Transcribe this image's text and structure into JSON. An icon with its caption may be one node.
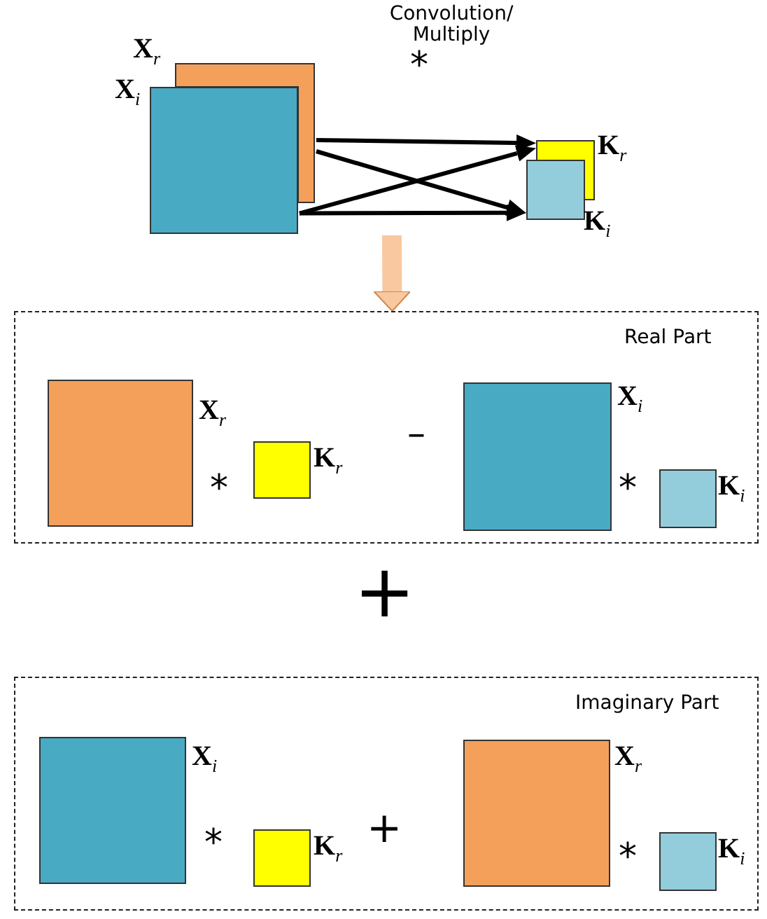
{
  "diagram": {
    "nodes": [
      {
        "text": [
          "**X**$_{r}$"
        ]
      },
      {
        "text": [
          "**X**$_{i}$"
        ]
      },
      {
        "text": [
          "**K**$_{r}$"
        ]
      },
      {
        "text": [
          "**K**$_{i}$"
        ]
      },
      {
        "text": [
          "Real Part"
        ]
      },
      {
        "text": [
          "**X**$_{r}$"
        ],
        "in": 4
      },
      {
        "text": [
          "**K**$_{r}$"
        ],
        "in": 4
      },
      {
        "text": [
          "**X**$_{i}$"
        ],
        "in": 4
      },
      {
        "text": [
          "**K**$_{i}$"
        ],
        "in": 4
      },
      {
        "text": [
          "Imaginary Part"
        ]
      },
      {
        "text": [
          "**X**$_{i}$"
        ],
        "in": 9
      },
      {
        "text": [
          "**K**$_{r}$"
        ],
        "in": 9
      },
      {
        "text": [
          "**X**$_{r}$"
        ],
        "in": 9
      },
      {
        "text": [
          "**K**$_{i}$"
        ],
        "in": 9
      }
    ],
    "edges": [
      {
        "from": 0,
        "to": 2,
        "arrow": "to"
      },
      {
        "from": 0,
        "to": 3,
        "arrow": "to"
      },
      {
        "from": 1,
        "to": 2,
        "arrow": "to"
      },
      {
        "from": 1,
        "to": 3,
        "arrow": "to"
      },
      {
        "from": null,
        "to": 4,
        "arrow": "to",
        "style": "thick",
        "color": "#f9c8a0"
      }
    ],
    "labels": [
      "Convolution/ Multiply",
      "*",
      "–",
      "*",
      "*",
      "+",
      "*",
      "+",
      "*"
    ]
  }
}
